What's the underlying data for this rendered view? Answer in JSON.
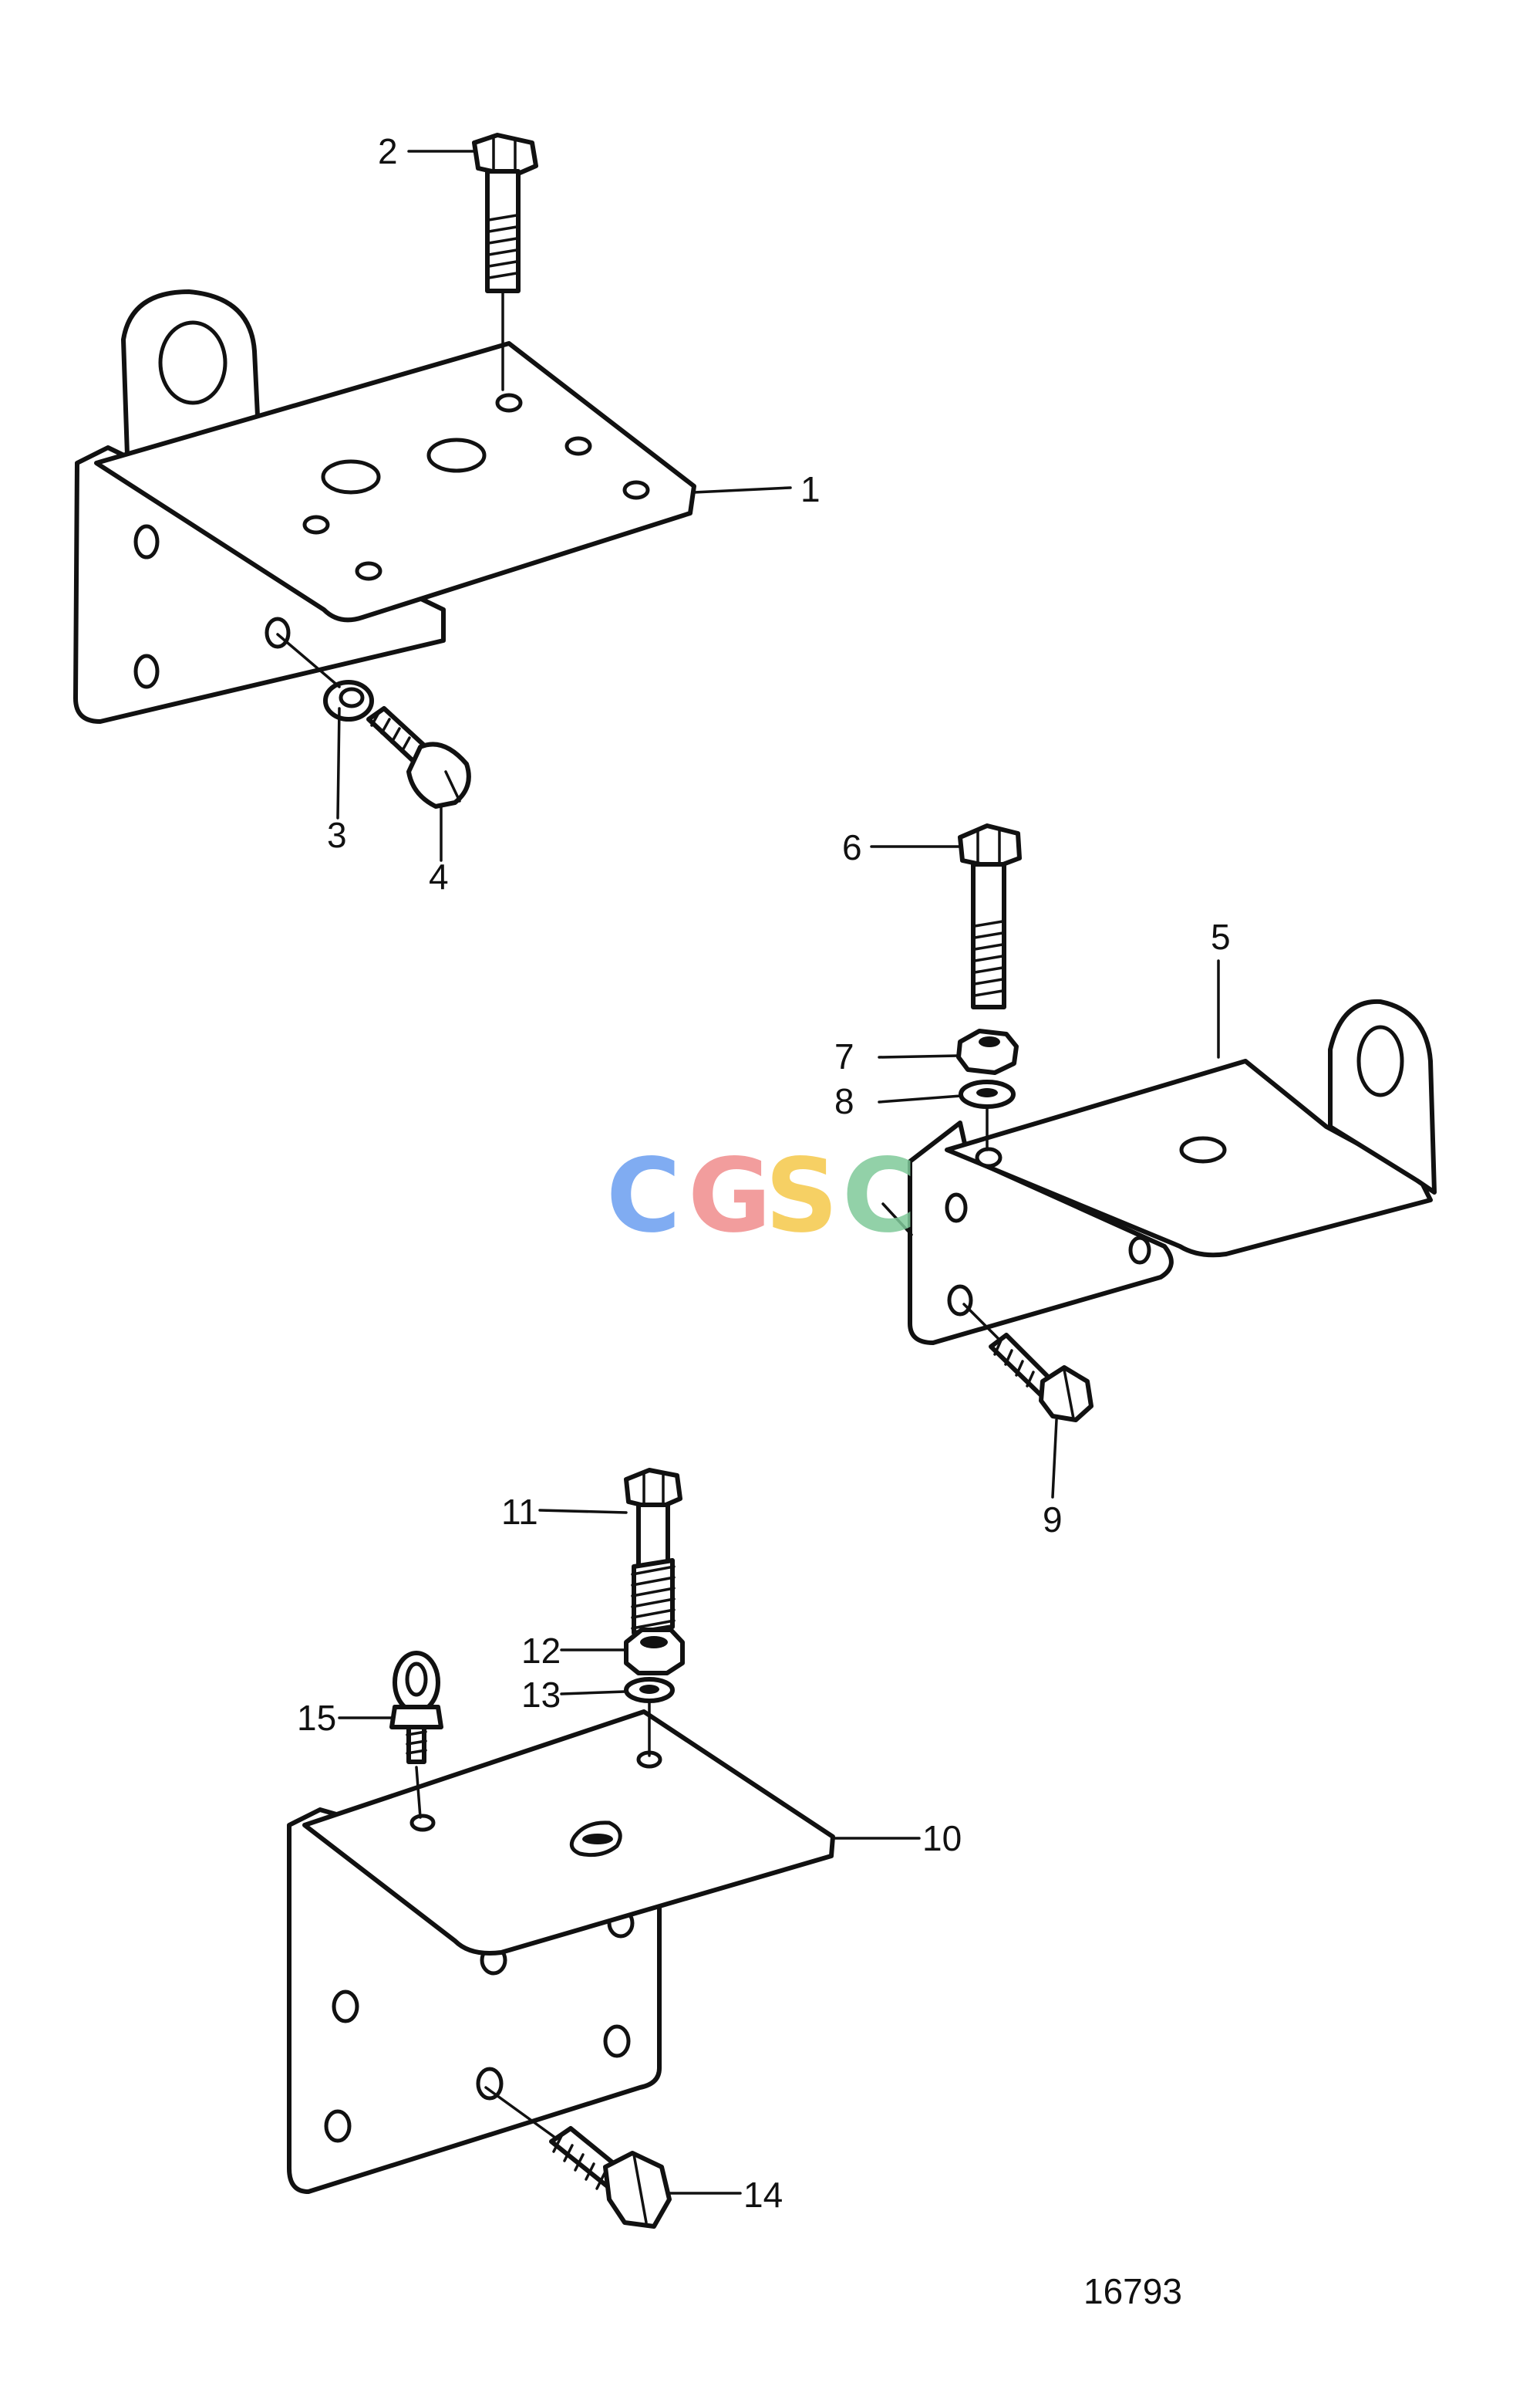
{
  "figure_number": "16793",
  "watermark": {
    "letters": [
      "C",
      "G",
      "S",
      "C"
    ],
    "colors": [
      "#6a9ef0",
      "#f08c8c",
      "#f5c84a",
      "#7fc99a"
    ]
  },
  "callouts": {
    "c1": "1",
    "c2": "2",
    "c3": "3",
    "c4": "4",
    "c5": "5",
    "c6": "6",
    "c7": "7",
    "c8": "8",
    "c9": "9",
    "c10": "10",
    "c11": "11",
    "c12": "12",
    "c13": "13",
    "c14": "14",
    "c15": "15"
  }
}
